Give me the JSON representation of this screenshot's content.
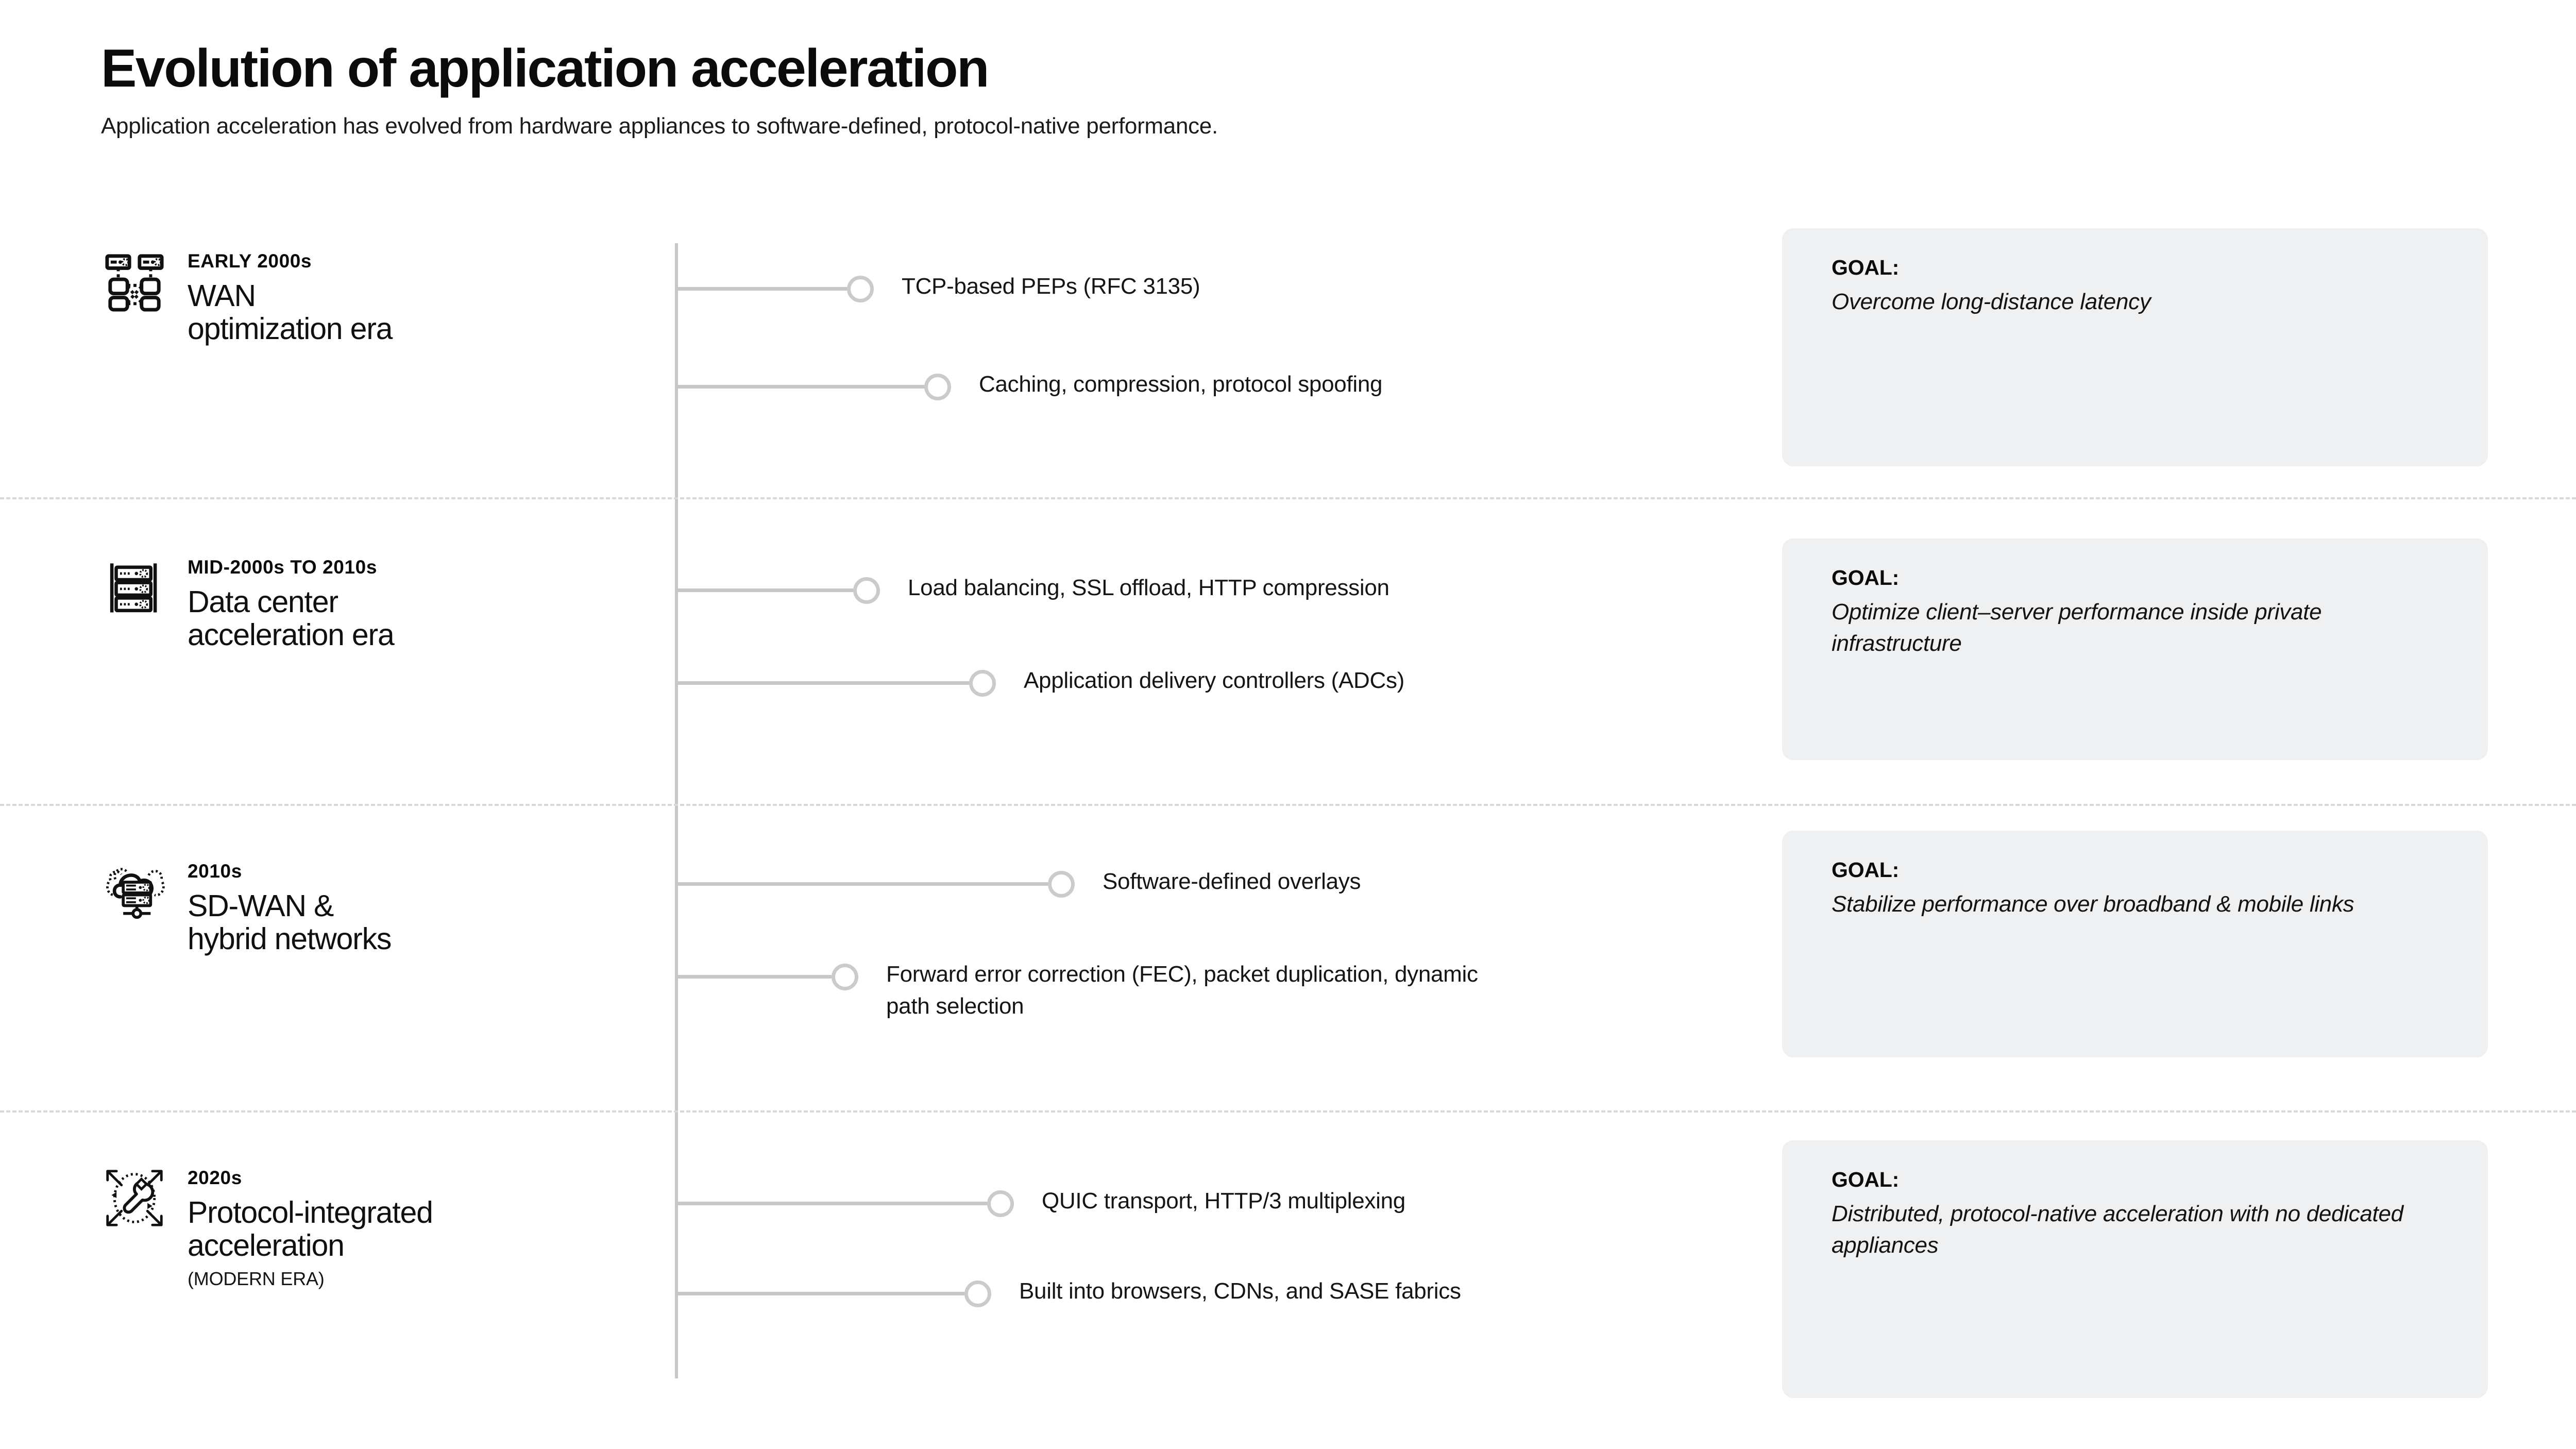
{
  "header": {
    "title": "Evolution of application acceleration",
    "subtitle": "Application acceleration has evolved from hardware appliances to software-defined, protocol-native performance."
  },
  "goal_label": "GOAL:",
  "colors": {
    "background": "#ffffff",
    "line": "#c7c7c7",
    "dot_border": "#cbcbcb",
    "separator": "#d8d8d8",
    "card_background": "#eff0f1",
    "text": "#111111"
  },
  "timeline": {
    "rows": [
      {
        "period": "EARLY 2000s",
        "name": "WAN\noptimization era",
        "note": "",
        "icon": "wan-topology-icon",
        "bullets": [
          "TCP-based PEPs (RFC 3135)",
          "Caching, compression, protocol spoofing"
        ],
        "goal": "Overcome long-distance latency"
      },
      {
        "period": "MID-2000s TO 2010s",
        "name": "Data center\nacceleration era",
        "note": "",
        "icon": "server-rack-icon",
        "bullets": [
          "Load balancing, SSL offload, HTTP compression",
          "Application delivery controllers (ADCs)"
        ],
        "goal": "Optimize client–server performance inside private infrastructure"
      },
      {
        "period": "2010s",
        "name": "SD-WAN &\nhybrid networks",
        "note": "",
        "icon": "cloud-server-icon",
        "bullets": [
          "Software-defined overlays",
          "Forward error correction (FEC), packet duplication, dynamic path selection"
        ],
        "goal": "Stabilize performance over broadband & mobile links"
      },
      {
        "period": "2020s",
        "name": "Protocol-integrated\nacceleration",
        "note": "(MODERN ERA)",
        "icon": "wrench-expand-icon",
        "bullets": [
          "QUIC transport, HTTP/3 multiplexing",
          "Built into browsers, CDNs, and SASE fabrics"
        ],
        "goal": "Distributed, protocol-native acceleration with no dedicated appliances"
      }
    ]
  }
}
